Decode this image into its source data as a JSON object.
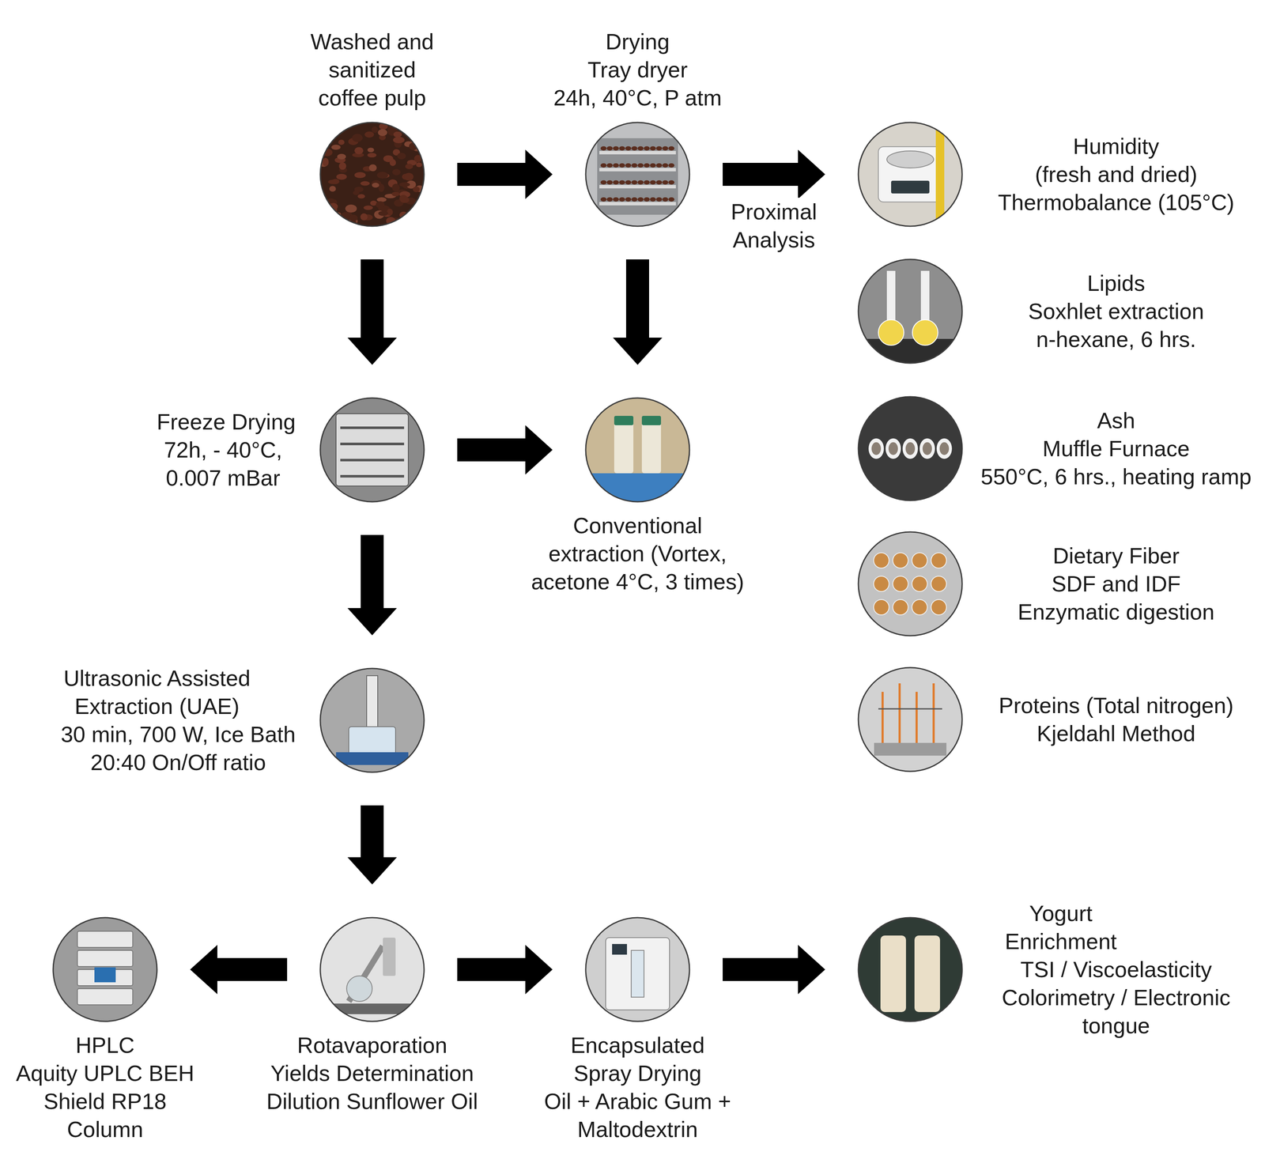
{
  "diagram": {
    "nodes": [
      {
        "text": [
          "Washed and sanitized coffee pulp"
        ]
      },
      {
        "text": [
          "Drying",
          "Tray dryer",
          "24h, 40°C, P atm"
        ]
      },
      {
        "text": [
          "Humidity",
          "(fresh and dried)",
          "Thermobalance (105°C)"
        ]
      },
      {
        "text": [
          "Lipids",
          "Soxhlet extraction",
          "n-hexane, 6 hrs."
        ]
      },
      {
        "text": [
          "Ash",
          "Muffle Furnace",
          "550°C, 6 hrs., heating ramp"
        ]
      },
      {
        "text": [
          "Dietary Fiber",
          "SDF and IDF",
          "Enzymatic digestion"
        ]
      },
      {
        "text": [
          "Proteins (Total nitrogen)",
          "Kjeldahl Method"
        ]
      },
      {
        "text": [
          "Freeze Drying",
          "72h, - 40°C, 0.007 mBar"
        ]
      },
      {
        "text": [
          "Conventional extraction (Vortex, acetone 4°C, 3 times)"
        ]
      },
      {
        "text": [
          "Ultrasonic Assisted Extraction (UAE)",
          "30 min, 700 W, Ice Bath",
          "20:40 On/Off ratio"
        ]
      },
      {
        "text": [
          "HPLC",
          "Aquity UPLC BEH Shield RP18 Column"
        ]
      },
      {
        "text": [
          "Rotavaporation",
          "Yields Determination",
          "Dilution Sunflower Oil"
        ]
      },
      {
        "text": [
          "Encapsulated",
          "Spray Drying",
          "Oil + Arabic Gum + Maltodextrin"
        ]
      },
      {
        "text": [
          "Yogurt Enrichment",
          "TSI / Viscoelasticity",
          "Colorimetry / Electronic tongue"
        ]
      }
    ],
    "edges": [
      {
        "from": 0,
        "to": 1,
        "arrow": "to"
      },
      {
        "from": 1,
        "to": 2,
        "label": "Proximal Analysis",
        "arrow": "to"
      },
      {
        "from": 0,
        "to": 7,
        "arrow": "to"
      },
      {
        "from": 1,
        "to": 8,
        "arrow": "to"
      },
      {
        "from": 7,
        "to": 8,
        "arrow": "to"
      },
      {
        "from": 7,
        "to": 9,
        "arrow": "to"
      },
      {
        "from": 9,
        "to": 11,
        "arrow": "to"
      },
      {
        "from": 11,
        "to": 10,
        "arrow": "to"
      },
      {
        "from": 11,
        "to": 12,
        "arrow": "to"
      },
      {
        "from": 12,
        "to": 13,
        "arrow": "to"
      }
    ]
  }
}
